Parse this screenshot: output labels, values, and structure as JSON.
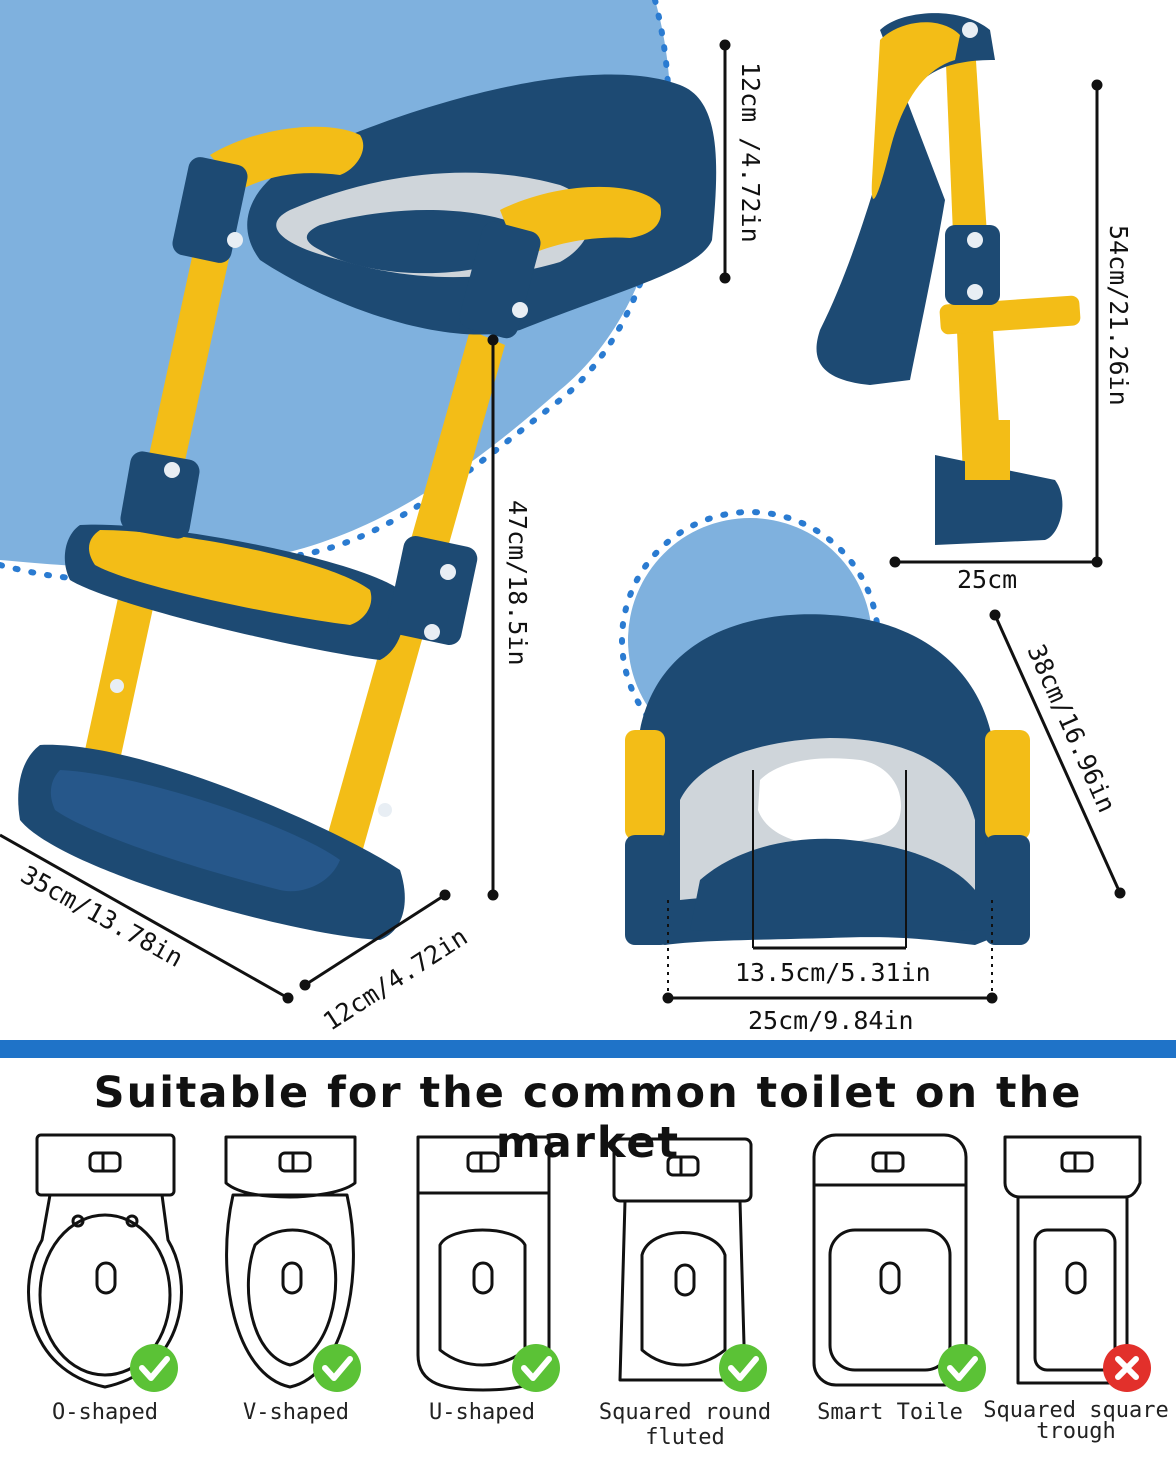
{
  "dimensions": {
    "back_height": "12cm /4.72in",
    "side_height": "54cm/21.26in",
    "side_width": "25cm",
    "front_height": "47cm/18.5in",
    "step_length": "35cm/13.78in",
    "step_depth": "12cm/4.72in",
    "seat_diagonal": "38cm/16.96in",
    "seat_opening": "13.5cm/5.31in",
    "seat_width": "25cm/9.84in"
  },
  "headline": "Suitable for the common toilet on the market",
  "toilets": [
    {
      "label": "O-shaped",
      "label2": "",
      "status": "check"
    },
    {
      "label": "V-shaped",
      "label2": "",
      "status": "check"
    },
    {
      "label": "U-shaped",
      "label2": "",
      "status": "check"
    },
    {
      "label": "Squared round",
      "label2": "fluted",
      "status": "check"
    },
    {
      "label": "Smart Toile",
      "label2": "",
      "status": "check"
    },
    {
      "label": "Squared square",
      "label2": "trough",
      "status": "cross"
    }
  ],
  "colors": {
    "navy": "#1d4a73",
    "yellow": "#f3bd17",
    "sky": "#7fb1de",
    "band": "#1f73c8",
    "check": "#5bc236",
    "cross": "#e2302b"
  }
}
